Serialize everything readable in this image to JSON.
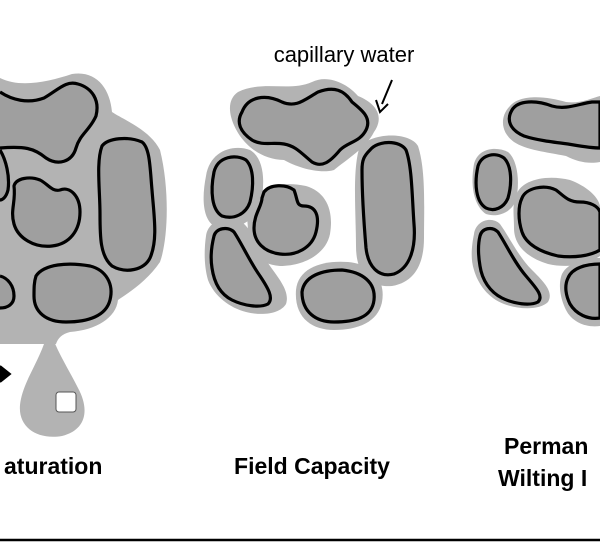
{
  "figure": {
    "annotation": "capillary water",
    "labels": {
      "saturation": "aturation",
      "field_capacity": "Field Capacity",
      "wilting_line1": "Perman",
      "wilting_line2": "Wilting I"
    }
  },
  "colors": {
    "background": "#ffffff",
    "water": "#b3b3b3",
    "particle": "#9f9f9f",
    "outline": "#000000",
    "text": "#000000"
  }
}
